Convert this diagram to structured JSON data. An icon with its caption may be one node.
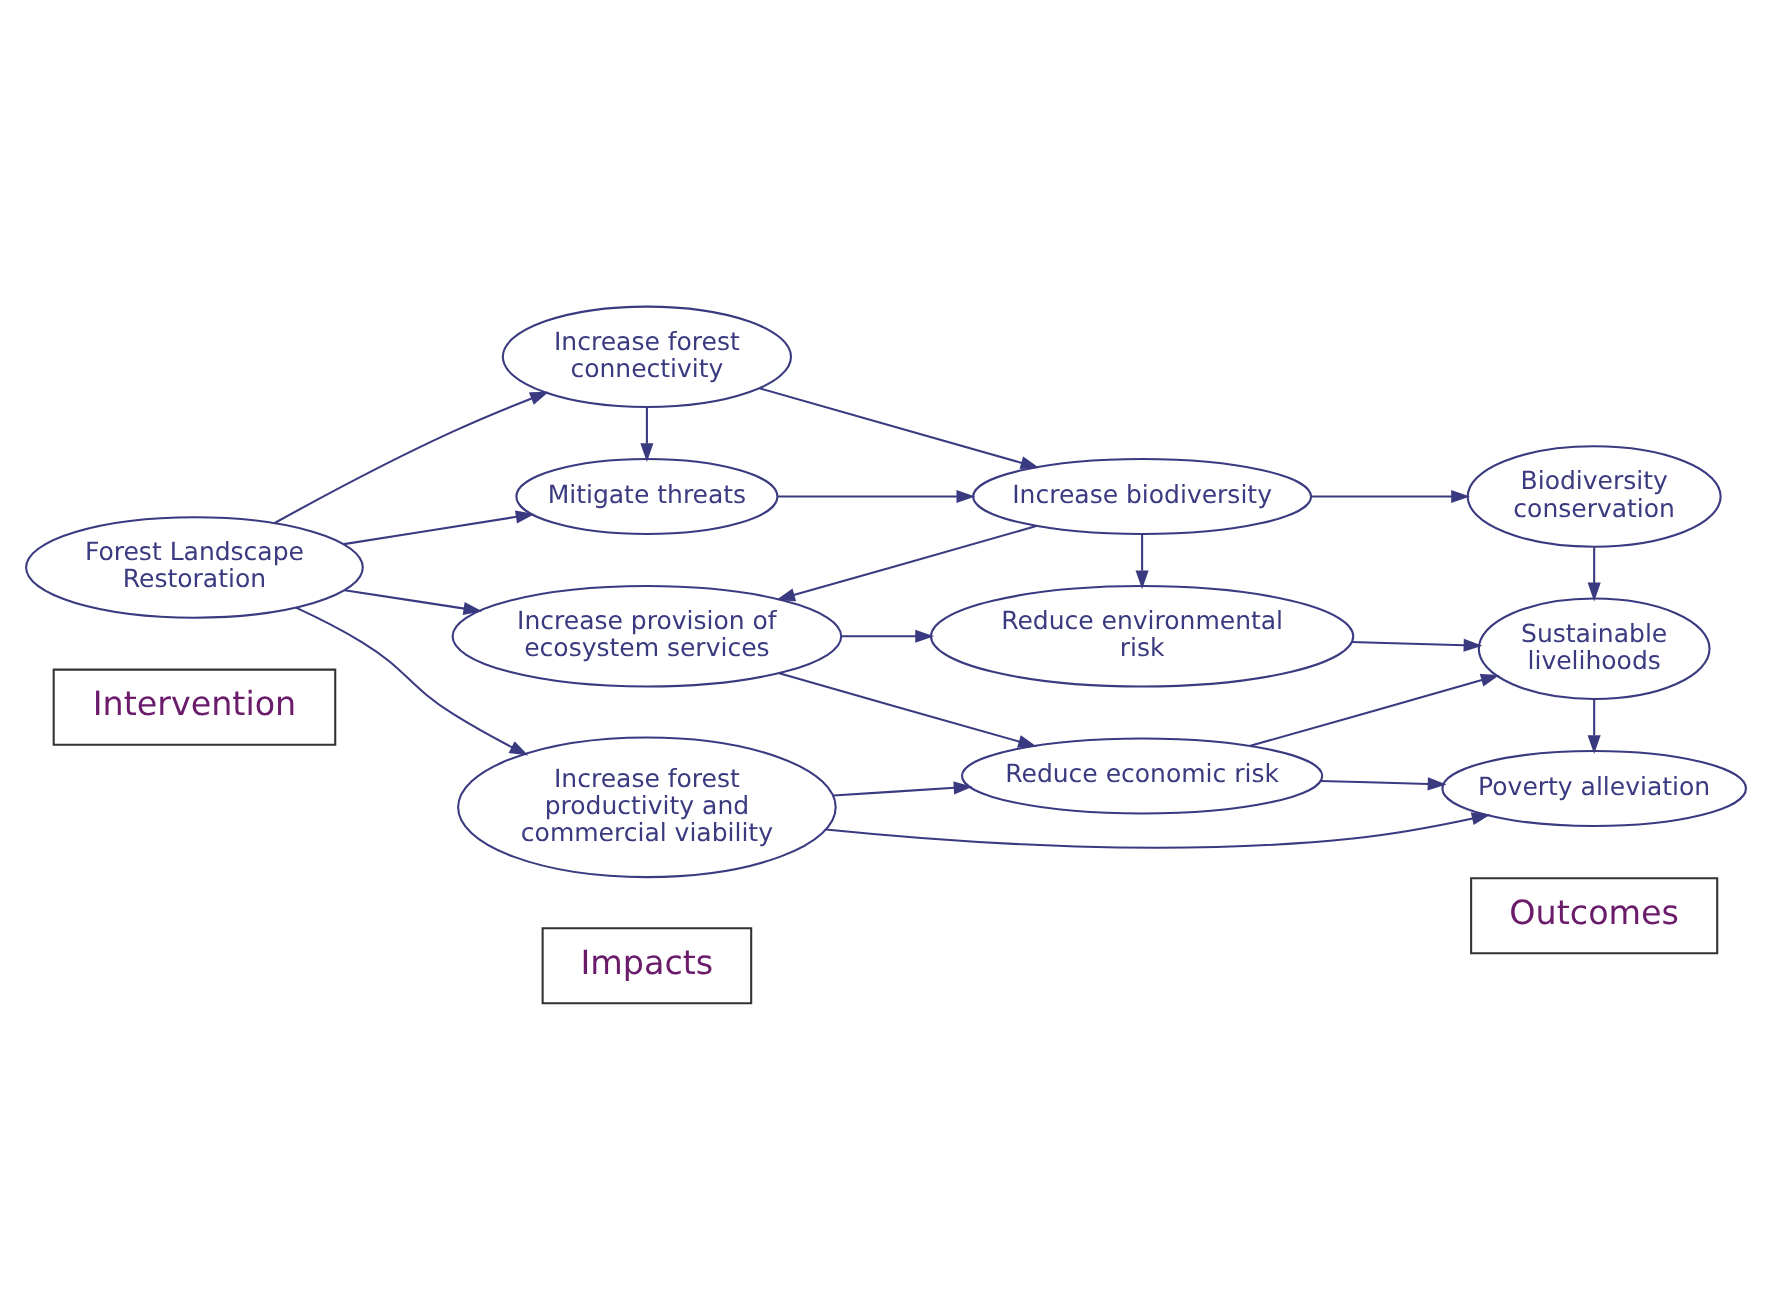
{
  "diagram": {
    "nodes": [
      {
        "text": [
          "Intervention"
        ]
      },
      {
        "text": [
          "Impacts"
        ]
      },
      {
        "text": [
          "Outcomes"
        ]
      },
      {
        "text": [
          "Increase forest productivity and commercial viability"
        ]
      },
      {
        "text": [
          "Poverty alleviation"
        ]
      },
      {
        "text": [
          "Reduce economic risk"
        ]
      },
      {
        "text": [
          "Increase provision of ecosystem services"
        ]
      },
      {
        "text": [
          "Sustainable livelihoods"
        ]
      },
      {
        "text": [
          "Forest Landscape Restoration"
        ]
      },
      {
        "text": [
          "Reduce environmental risk"
        ]
      },
      {
        "text": [
          "Increase forest connectivity"
        ]
      },
      {
        "text": [
          "Increase biodiversity"
        ]
      },
      {
        "text": [
          "Biodiversity conservation"
        ]
      },
      {
        "text": [
          "Mitigate threats"
        ]
      }
    ],
    "edges": [
      {
        "from": 8,
        "to": 3,
        "arrow": "to"
      },
      {
        "from": 8,
        "to": 6,
        "arrow": "to"
      },
      {
        "from": 8,
        "to": 10,
        "arrow": "to"
      },
      {
        "from": 8,
        "to": 13,
        "arrow": "to"
      },
      {
        "from": 3,
        "to": 4,
        "arrow": "to"
      },
      {
        "from": 3,
        "to": 5,
        "arrow": "to"
      },
      {
        "from": 6,
        "to": 5,
        "arrow": "to"
      },
      {
        "from": 6,
        "to": 9,
        "arrow": "to"
      },
      {
        "from": 5,
        "to": 4,
        "arrow": "to"
      },
      {
        "from": 5,
        "to": 7,
        "arrow": "to"
      },
      {
        "from": 9,
        "to": 7,
        "arrow": "to"
      },
      {
        "from": 7,
        "to": 4,
        "arrow": "to"
      },
      {
        "from": 10,
        "to": 11,
        "arrow": "to"
      },
      {
        "from": 10,
        "to": 13,
        "arrow": "to"
      },
      {
        "from": 13,
        "to": 11,
        "arrow": "to"
      },
      {
        "from": 11,
        "to": 6,
        "arrow": "to"
      },
      {
        "from": 11,
        "to": 9,
        "arrow": "to"
      },
      {
        "from": 11,
        "to": 12,
        "arrow": "to"
      },
      {
        "from": 12,
        "to": 7,
        "arrow": "to"
      }
    ]
  }
}
